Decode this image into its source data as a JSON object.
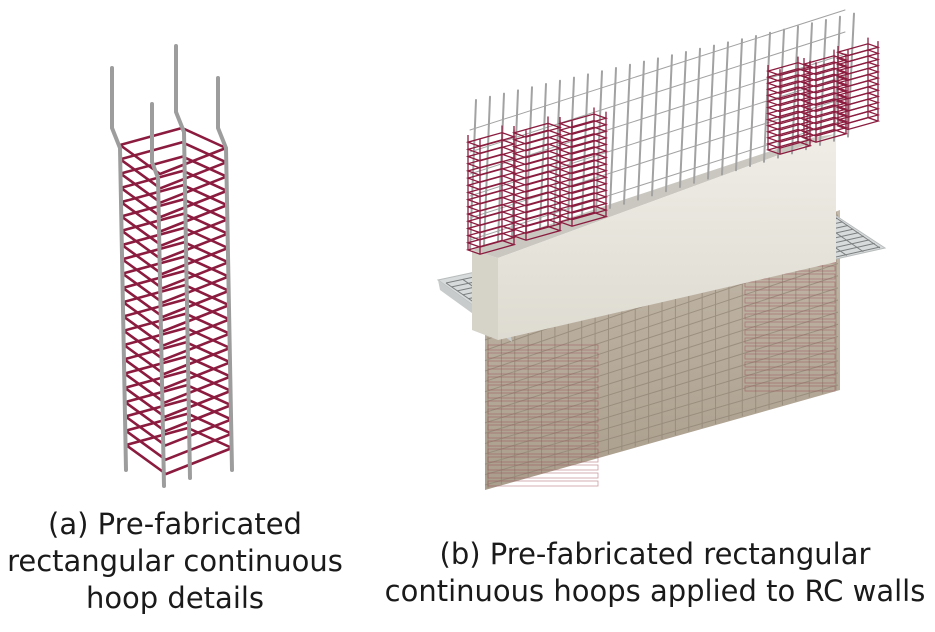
{
  "panels": [
    {
      "id": "a",
      "caption_lines": [
        "(a) Pre-fabricated",
        "rectangular continuous",
        "hoop details"
      ]
    },
    {
      "id": "b",
      "caption_lines": [
        "(b) Pre-fabricated rectangular",
        "continuous hoops applied to RC walls"
      ]
    }
  ],
  "colors": {
    "hoop": "#8b1c3f",
    "rebar": "#9a9a9a",
    "wall": "#e9e6dd",
    "slab": "#d9dcdc",
    "below_wall": "#a89a88"
  }
}
